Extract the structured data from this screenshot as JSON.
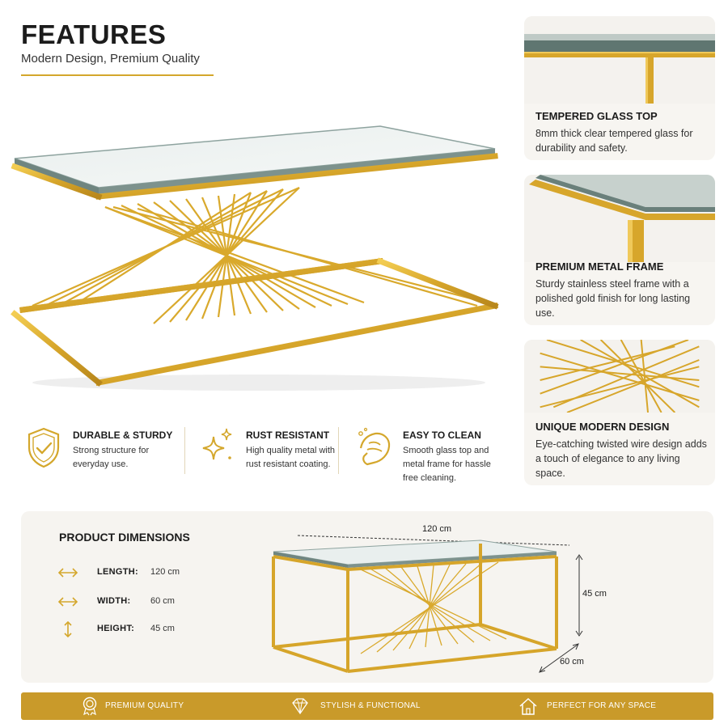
{
  "header": {
    "title": "FEATURES",
    "subtitle": "Modern Design, Premium Quality"
  },
  "colors": {
    "accent_gold": "#d4a72c",
    "bar_gold": "#c99a2a",
    "card_bg": "#f7f5f1"
  },
  "features": [
    {
      "icon": "shield-check-icon",
      "title": "DURABLE & STURDY",
      "desc": "Strong structure for everyday use."
    },
    {
      "icon": "sparkle-icon",
      "title": "RUST RESISTANT",
      "desc": "High quality metal with rust resistant coating."
    },
    {
      "icon": "cleaning-hand-icon",
      "title": "EASY TO CLEAN",
      "desc": "Smooth glass top and metal frame for hassle free cleaning."
    }
  ],
  "cards": [
    {
      "title": "TEMPERED GLASS TOP",
      "desc": "8mm thick clear tempered glass for durability and safety."
    },
    {
      "title": "PREMIUM METAL FRAME",
      "desc": "Sturdy stainless steel frame with a polished gold finish for long lasting use."
    },
    {
      "title": "UNIQUE MODERN DESIGN",
      "desc": "Eye-catching twisted wire design adds a touch of elegance to any living space."
    }
  ],
  "dimensions": {
    "title": "PRODUCT DIMENSIONS",
    "rows": [
      {
        "icon": "horizontal-arrow-icon",
        "label": "LENGTH:",
        "value": "120 cm"
      },
      {
        "icon": "horizontal-arrow-icon",
        "label": "WIDTH:",
        "value": "60 cm"
      },
      {
        "icon": "vertical-arrow-icon",
        "label": "HEIGHT:",
        "value": "45 cm"
      }
    ],
    "diagram": {
      "length": "120 cm",
      "height": "45 cm",
      "width": "60 cm"
    }
  },
  "bottom_bar": [
    {
      "icon": "award-badge-icon",
      "label": "PREMIUM QUALITY"
    },
    {
      "icon": "diamond-icon",
      "label": "STYLISH & FUNCTIONAL"
    },
    {
      "icon": "home-icon",
      "label": "PERFECT FOR ANY SPACE"
    }
  ]
}
